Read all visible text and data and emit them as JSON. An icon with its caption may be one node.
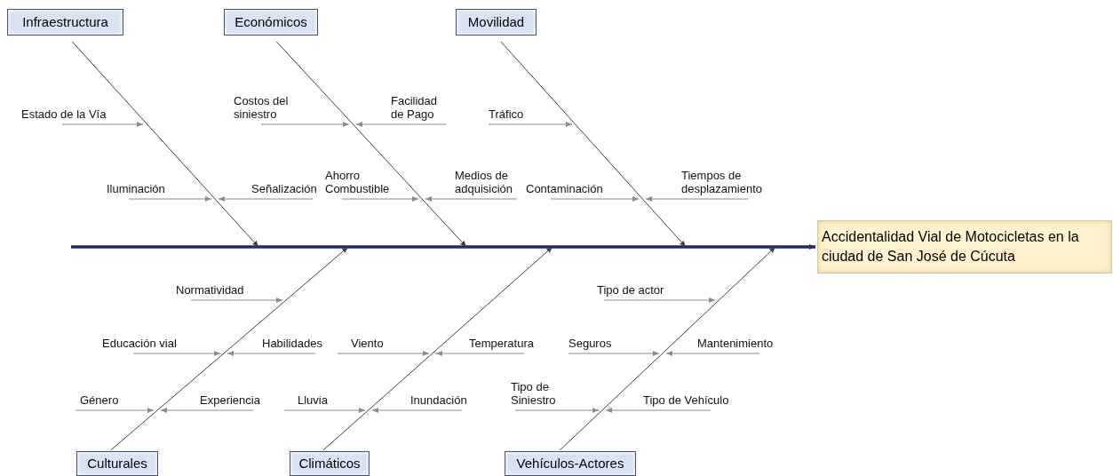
{
  "diagram": {
    "nodes": [
      {
        "text": [
          "Infraestructura"
        ]
      },
      {
        "text": [
          "Económicos"
        ]
      },
      {
        "text": [
          "Movilidad"
        ]
      },
      {
        "text": [
          "Accidentalidad Vial de Motocicletas en la ciudad de San José de Cúcuta"
        ]
      },
      {
        "text": [
          "Culturales"
        ]
      },
      {
        "text": [
          "Climáticos"
        ]
      },
      {
        "text": [
          "Vehículos-Actores"
        ]
      },
      {
        "text": [
          "Estado de la Vía"
        ]
      },
      {
        "text": [
          "Costos del siniestro"
        ]
      },
      {
        "text": [
          "Facilidad de Pago"
        ]
      },
      {
        "text": [
          "Tráfico"
        ]
      },
      {
        "text": [
          "Iluminación"
        ]
      },
      {
        "text": [
          "Señalización"
        ]
      },
      {
        "text": [
          "Ahorro Combustible"
        ]
      },
      {
        "text": [
          "Medios de adquisición"
        ]
      },
      {
        "text": [
          "Contaminación"
        ]
      },
      {
        "text": [
          "Tiempos de desplazamiento"
        ]
      },
      {
        "text": [
          "Normatividad"
        ]
      },
      {
        "text": [
          "Tipo de actor"
        ]
      },
      {
        "text": [
          "Educación vial"
        ]
      },
      {
        "text": [
          "Habilidades"
        ]
      },
      {
        "text": [
          "Viento"
        ]
      },
      {
        "text": [
          "Temperatura"
        ]
      },
      {
        "text": [
          "Seguros"
        ]
      },
      {
        "text": [
          "Mantenimiento"
        ]
      },
      {
        "text": [
          "Tipo de Siniestro"
        ]
      },
      {
        "text": [
          "Género"
        ]
      },
      {
        "text": [
          "Experiencia"
        ]
      },
      {
        "text": [
          "Lluvia"
        ]
      },
      {
        "text": [
          "Inundación"
        ]
      },
      {
        "text": [
          "Tipo de Vehículo"
        ]
      }
    ],
    "edges": [
      {
        "from": null,
        "to": 3,
        "arrow": "to",
        "style": "thick",
        "color": "#1f2a6b"
      },
      {
        "from": 0,
        "to": null,
        "arrow": "to",
        "color": "#404040"
      },
      {
        "from": 1,
        "to": null,
        "arrow": "to",
        "color": "#404040"
      },
      {
        "from": 2,
        "to": null,
        "arrow": "to",
        "color": "#404040"
      },
      {
        "from": 4,
        "to": null,
        "arrow": "to",
        "color": "#404040"
      },
      {
        "from": 5,
        "to": null,
        "arrow": "to",
        "color": "#404040"
      },
      {
        "from": 6,
        "to": null,
        "arrow": "to",
        "color": "#404040"
      },
      {
        "from": 7,
        "to": null,
        "arrow": "to"
      },
      {
        "from": 8,
        "to": null,
        "arrow": "to"
      },
      {
        "from": 9,
        "to": null,
        "arrow": "to"
      },
      {
        "from": 10,
        "to": null,
        "arrow": "to"
      },
      {
        "from": 11,
        "to": null,
        "arrow": "to"
      },
      {
        "from": 12,
        "to": null,
        "arrow": "to"
      },
      {
        "from": 13,
        "to": null,
        "arrow": "to"
      },
      {
        "from": 14,
        "to": null,
        "arrow": "to"
      },
      {
        "from": 15,
        "to": null,
        "arrow": "to"
      },
      {
        "from": 16,
        "to": null,
        "arrow": "to"
      },
      {
        "from": 17,
        "to": null,
        "arrow": "to"
      },
      {
        "from": 18,
        "to": null,
        "arrow": "to"
      },
      {
        "from": 19,
        "to": null,
        "arrow": "to"
      },
      {
        "from": 20,
        "to": null,
        "arrow": "to"
      },
      {
        "from": 21,
        "to": null,
        "arrow": "to"
      },
      {
        "from": 22,
        "to": null,
        "arrow": "to"
      },
      {
        "from": 23,
        "to": null,
        "arrow": "to"
      },
      {
        "from": 24,
        "to": null,
        "arrow": "to"
      },
      {
        "from": 25,
        "to": null,
        "arrow": "to"
      },
      {
        "from": 26,
        "to": null,
        "arrow": "to"
      },
      {
        "from": 27,
        "to": null,
        "arrow": "to"
      },
      {
        "from": 28,
        "to": null,
        "arrow": "to"
      },
      {
        "from": 29,
        "to": null,
        "arrow": "to"
      },
      {
        "from": 30,
        "to": null,
        "arrow": "to"
      }
    ]
  }
}
